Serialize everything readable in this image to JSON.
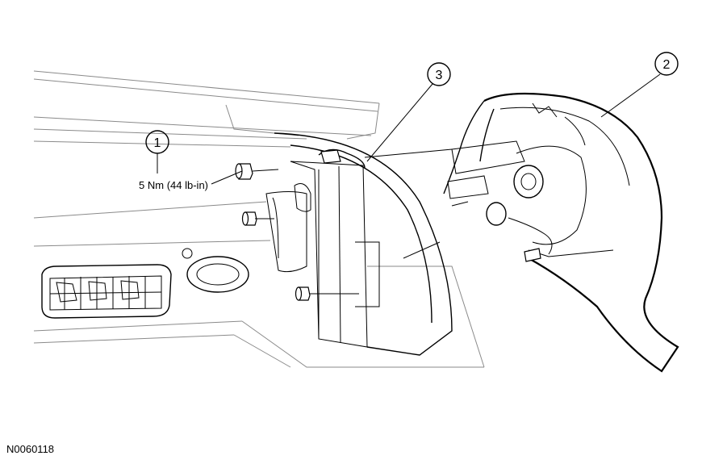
{
  "callouts": [
    {
      "number": "1",
      "label": "5 Nm (44 lb-in)"
    },
    {
      "number": "2",
      "label": ""
    },
    {
      "number": "3",
      "label": ""
    }
  ],
  "figure_id": "N0060118"
}
